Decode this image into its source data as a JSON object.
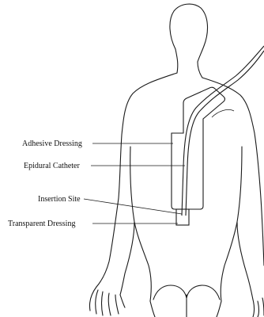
{
  "figure": {
    "labels": {
      "adhesive_dressing": "Adhesive Dressing",
      "epidural_catheter": "Epidural Catheter",
      "insertion_site": "Insertion Site",
      "transparent_dressing": "Transparent Dressing"
    }
  }
}
